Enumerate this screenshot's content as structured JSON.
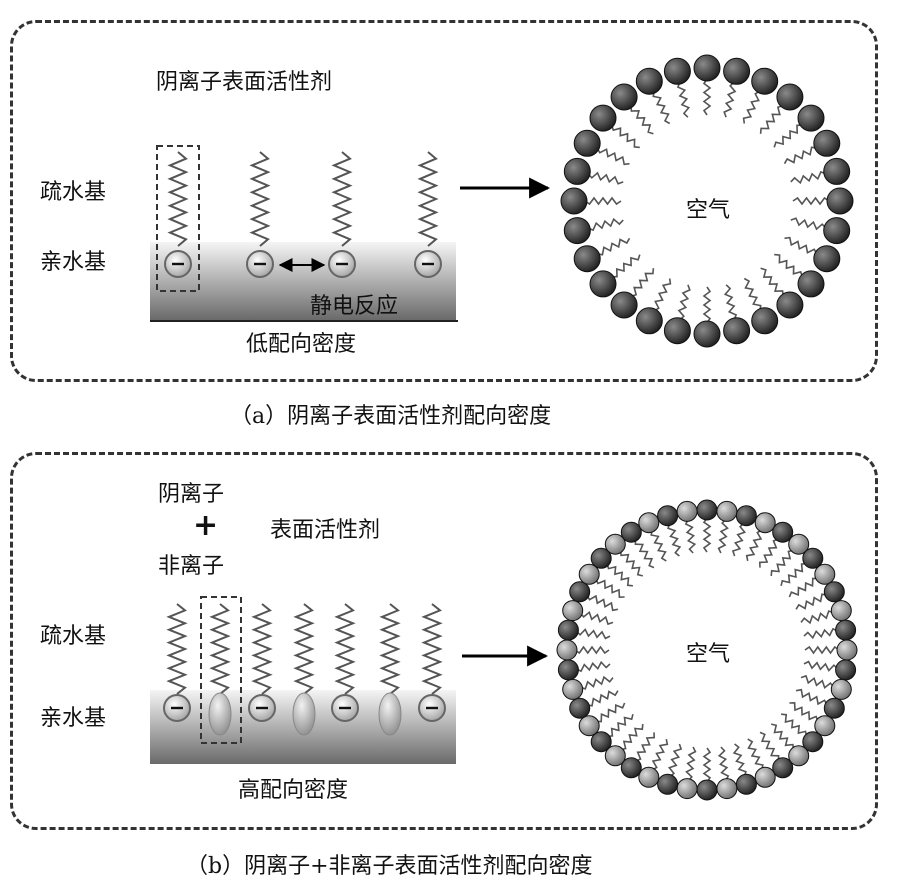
{
  "panel_a": {
    "title": "阴离子表面活性剂",
    "hydrophobic_label": "疏水基",
    "hydrophilic_label": "亲水基",
    "interaction_label": "静电反应",
    "density_label": "低配向密度",
    "micelle_label": "空气",
    "caption": "（a）阴离子表面活性剂配向密度",
    "head_symbol": "−"
  },
  "panel_b": {
    "anionic_label": "阴离子",
    "plus_sign": "+",
    "nonionic_label": "非离子",
    "title": "表面活性剂",
    "hydrophobic_label": "疏水基",
    "hydrophilic_label": "亲水基",
    "density_label": "高配向密度",
    "micelle_label": "空气",
    "caption": "（b）阴离子+非离子表面活性剂配向密度",
    "head_symbol": "−"
  },
  "colors": {
    "border": "#333333",
    "anionic_head": "#3c3c3c",
    "nonionic_head": "#9a9a9a",
    "surface_top": "#f5f5f5",
    "surface_bottom": "#6a6a6a"
  }
}
